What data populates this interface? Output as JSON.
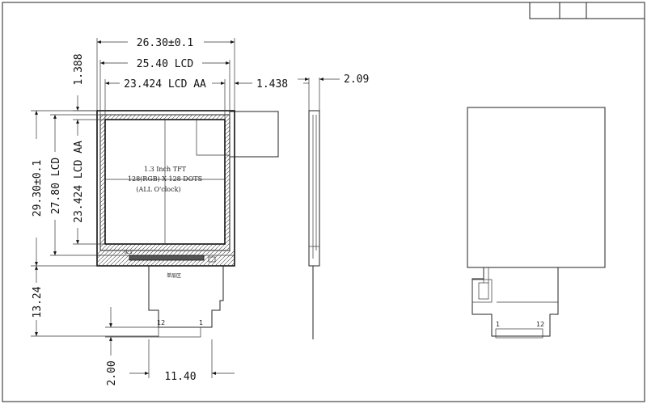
{
  "dimensions": {
    "outline_width": "26.30±0.1",
    "lcd_width": "25.40 LCD",
    "aa_width": "23.424 LCD AA",
    "top_margin": "1.388",
    "side_margin": "1.438",
    "thickness": "2.09",
    "outline_height": "29.30±0.1",
    "lcd_height": "27.80 LCD",
    "aa_height": "23.424 LCD AA",
    "fpc_length": "13.24",
    "pin_height": "2.00",
    "fpc_width": "11.40"
  },
  "screen_label": {
    "line1": "1.3 Inch TFT",
    "line2": "128(RGB) X 128 DOTS",
    "line3": "(ALL O'clock)"
  },
  "fpc": {
    "ic_label": "IC1",
    "side_label": "单层区",
    "pin_left_front": "12",
    "pin_right_front": "1",
    "pin_left_back": "1",
    "pin_right_back": "12"
  },
  "title_block": {
    "cells": [
      "",
      "",
      ""
    ]
  }
}
